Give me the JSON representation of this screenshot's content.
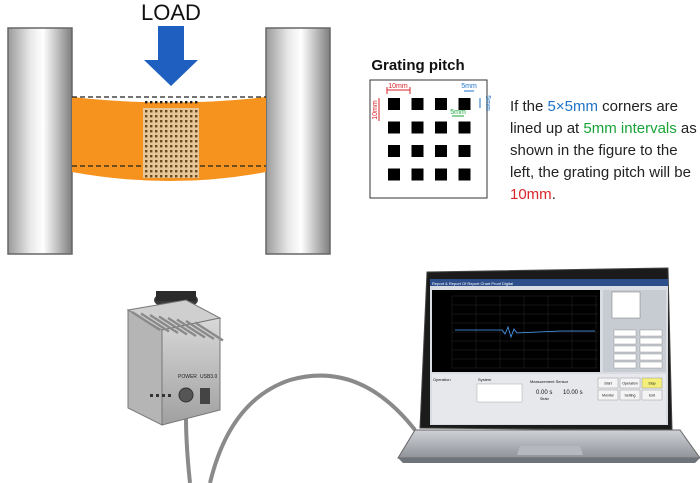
{
  "load_label": "LOAD",
  "grating": {
    "title": "Grating pitch",
    "dim_pitch_h": "10mm",
    "dim_pitch_v": "10mm",
    "dim_square_w": "5mm",
    "dim_square_h": "5mm",
    "dim_gap": "5mm"
  },
  "caption": {
    "p1": "If the ",
    "size": "5×5mm",
    "p2": " corners are lined up at ",
    "interval": "5mm intervals",
    "p3": " as shown in the figure to the left, the grating pitch will be ",
    "pitch": "10mm",
    "p4": "."
  },
  "camera": {
    "power_label": "POWER",
    "usb_label": "USB3.0"
  },
  "software": {
    "title": "Report & Report Of Report Chart Proof Digital",
    "operation_label": "Operation",
    "system_label": "System",
    "measurement_label": "Measurement Sensor",
    "reading_1": "0.00 s",
    "reading_2": "10.00 s",
    "strain_label": "Strain",
    "buttons": [
      "Start",
      "Operation",
      "Stop",
      "Monitor",
      "Setting",
      "Exit"
    ]
  },
  "colors": {
    "orange": "#f6921e",
    "blue_arrow": "#1f5fbf",
    "caption_blue": "#1e73c8",
    "caption_green": "#18a338",
    "caption_red": "#d9262a"
  }
}
